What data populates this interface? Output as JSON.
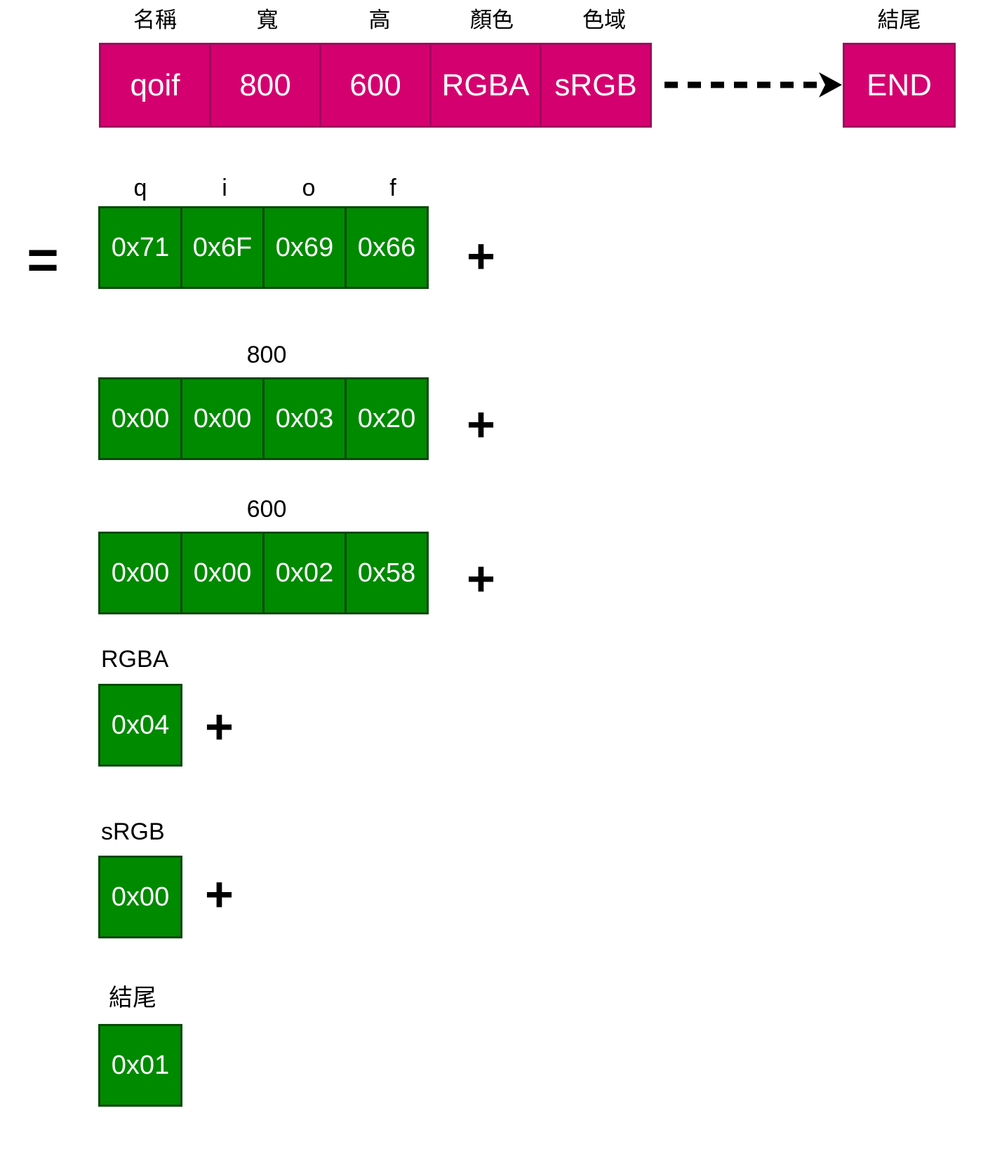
{
  "header": {
    "field_labels": [
      "名稱",
      "寬",
      "高",
      "顏色",
      "色域"
    ],
    "cells": [
      "qoif",
      "800",
      "600",
      "RGBA",
      "sRGB"
    ],
    "end": {
      "label": "結尾",
      "cell": "END"
    }
  },
  "operators": {
    "equals": "=",
    "plus": "+"
  },
  "byte_rows": [
    {
      "char_labels": [
        "q",
        "i",
        "o",
        "f"
      ],
      "cells": [
        "0x71",
        "0x6F",
        "0x69",
        "0x66"
      ],
      "trailing_plus": true
    },
    {
      "label": "800",
      "cells": [
        "0x00",
        "0x00",
        "0x03",
        "0x20"
      ],
      "trailing_plus": true
    },
    {
      "label": "600",
      "cells": [
        "0x00",
        "0x00",
        "0x02",
        "0x58"
      ],
      "trailing_plus": true
    },
    {
      "label": "RGBA",
      "cells": [
        "0x04"
      ],
      "trailing_plus": true
    },
    {
      "label": "sRGB",
      "cells": [
        "0x00"
      ],
      "trailing_plus": true
    },
    {
      "label": "結尾",
      "cells": [
        "0x01"
      ],
      "trailing_plus": false
    }
  ],
  "colors": {
    "magenta_fill": "#D5006F",
    "magenta_border": "#9E0A5E",
    "green_fill": "#008A00",
    "green_border": "#0A4A0A",
    "arrow": "#000000"
  }
}
